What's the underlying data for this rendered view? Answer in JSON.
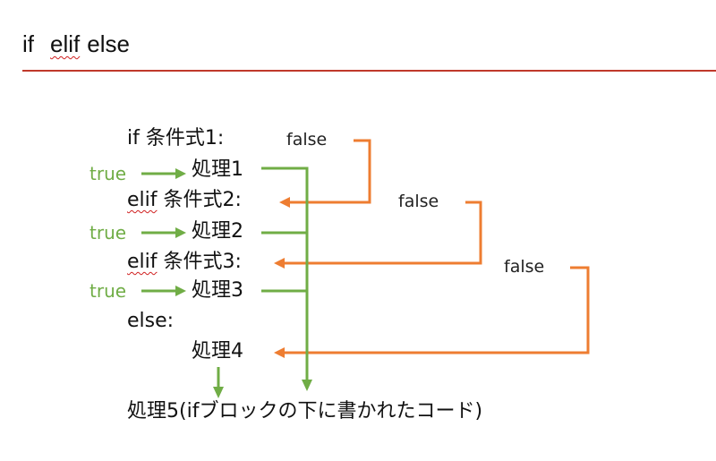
{
  "title": {
    "if": "if",
    "elif": "elif",
    "else": "else"
  },
  "code": {
    "line1": "if  条件式1:",
    "proc1": "処理1",
    "line3_kw": "elif",
    "line3_rest": " 条件式2:",
    "proc2": "処理2",
    "line5_kw": "elif",
    "line5_rest": " 条件式3:",
    "proc3": "処理3",
    "line7": "else:",
    "proc4": "処理4",
    "line9": "処理5(ifブロックの下に書かれたコード)"
  },
  "labels": {
    "false1": "false",
    "false2": "false",
    "false3": "false",
    "true1": "true",
    "true2": "true",
    "true3": "true"
  },
  "colors": {
    "orange": "#ee7d31",
    "green": "#70ad46",
    "rule": "#c0392b",
    "squiggle": "#d02020"
  }
}
